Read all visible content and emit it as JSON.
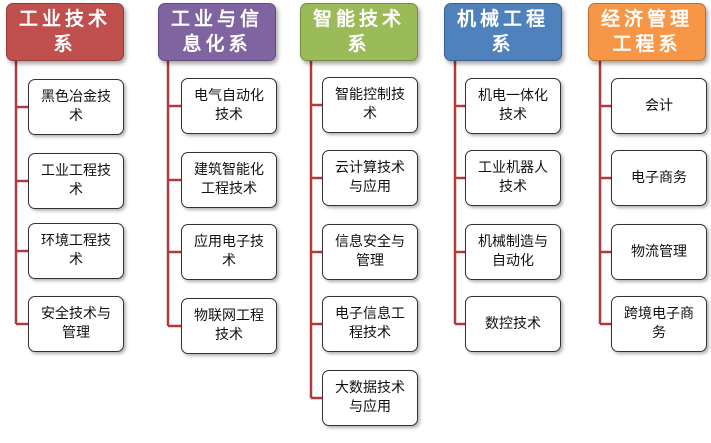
{
  "colors": {
    "connector": "#b03a3c",
    "header_red": "#c0504d",
    "header_purple": "#8064a2",
    "header_green": "#9bbb59",
    "header_blue": "#4f81bd",
    "header_orange": "#f79646"
  },
  "departments": [
    {
      "title": "工业技术系",
      "items": [
        "黑色冶金技术",
        "工业工程技术",
        "环境工程技术",
        "安全技术与管理"
      ]
    },
    {
      "title": "工业与信息化系",
      "items": [
        "电气自动化技术",
        "建筑智能化工程技术",
        "应用电子技术",
        "物联网工程技术"
      ]
    },
    {
      "title": "智能技术系",
      "items": [
        "智能控制技术",
        "云计算技术与应用",
        "信息安全与管理",
        "电子信息工程技术",
        "大数据技术与应用"
      ]
    },
    {
      "title": "机械工程系",
      "items": [
        "机电一体化技术",
        "工业机器人技术",
        "机械制造与自动化",
        "数控技术"
      ]
    },
    {
      "title": "经济管理工程系",
      "items": [
        "会计",
        "电子商务",
        "物流管理",
        "跨境电子商务"
      ]
    }
  ]
}
